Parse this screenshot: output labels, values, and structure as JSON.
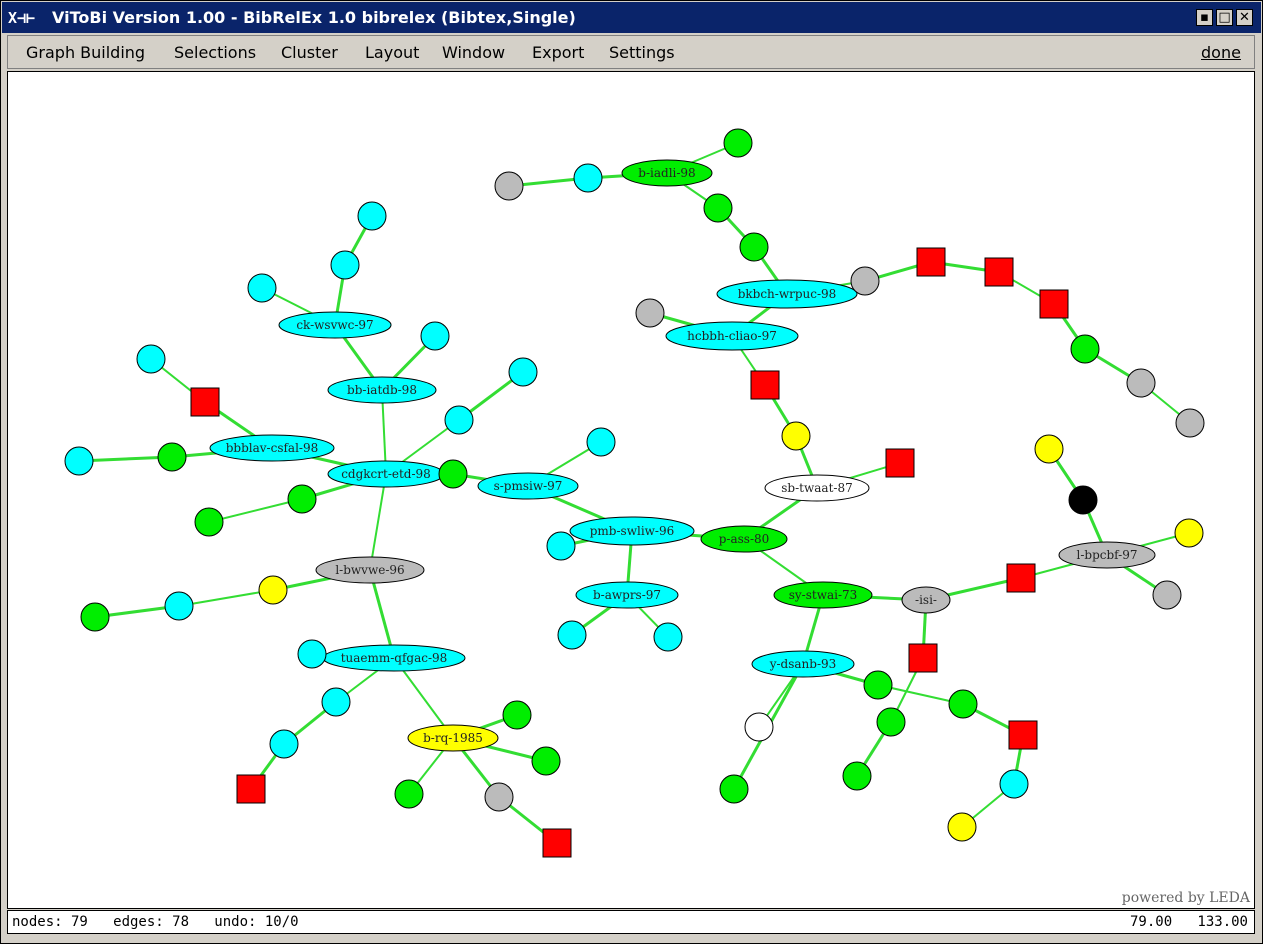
{
  "window": {
    "icon_glyph": "X⊣⊢",
    "title": "ViToBi  Version 1.00 - BibRelEx 1.0 bibrelex (Bibtex,Single)",
    "controls": {
      "minimize": "▪",
      "maximize": "□",
      "close": "✕"
    }
  },
  "menu": {
    "items": [
      "Graph Building",
      "Selections",
      "Cluster",
      "Layout",
      "Window",
      "Export",
      "Settings"
    ],
    "done": "done"
  },
  "canvas": {
    "powered_by": "powered by LEDA"
  },
  "status": {
    "left": "nodes: 79   edges: 78   undo: 10/0",
    "right": "79.00   133.00"
  },
  "colors": {
    "cyan": "#00ffff",
    "green": "#00ee00",
    "red": "#ff0000",
    "gray": "#bbbbbb",
    "yellow": "#ffff00",
    "white": "#ffffff",
    "black": "#000000",
    "edge": "#33dd33"
  },
  "graph": {
    "nodes": [
      {
        "id": "biadli",
        "shape": "ellipse",
        "color": "green",
        "label": "b-iadli-98"
      },
      {
        "id": "g1",
        "shape": "circle",
        "color": "green",
        "label": ""
      },
      {
        "id": "c1",
        "shape": "circle",
        "color": "cyan",
        "label": ""
      },
      {
        "id": "gy1",
        "shape": "circle",
        "color": "gray",
        "label": ""
      },
      {
        "id": "g2",
        "shape": "circle",
        "color": "green",
        "label": ""
      },
      {
        "id": "g3",
        "shape": "circle",
        "color": "green",
        "label": ""
      },
      {
        "id": "bkbch",
        "shape": "ellipse",
        "color": "cyan",
        "label": "bkbch-wrpuc-98"
      },
      {
        "id": "gy2",
        "shape": "circle",
        "color": "gray",
        "label": ""
      },
      {
        "id": "r1",
        "shape": "square",
        "color": "red",
        "label": ""
      },
      {
        "id": "r2",
        "shape": "square",
        "color": "red",
        "label": ""
      },
      {
        "id": "r3",
        "shape": "square",
        "color": "red",
        "label": ""
      },
      {
        "id": "g4",
        "shape": "circle",
        "color": "green",
        "label": ""
      },
      {
        "id": "gy3",
        "shape": "circle",
        "color": "gray",
        "label": ""
      },
      {
        "id": "gy4",
        "shape": "circle",
        "color": "gray",
        "label": ""
      },
      {
        "id": "hcbbh",
        "shape": "ellipse",
        "color": "cyan",
        "label": "hcbbh-cliao-97"
      },
      {
        "id": "gy5",
        "shape": "circle",
        "color": "gray",
        "label": ""
      },
      {
        "id": "r4",
        "shape": "square",
        "color": "red",
        "label": ""
      },
      {
        "id": "y1",
        "shape": "circle",
        "color": "yellow",
        "label": ""
      },
      {
        "id": "sbtwaat",
        "shape": "ellipse",
        "color": "white",
        "label": "sb-twaat-87"
      },
      {
        "id": "r5",
        "shape": "square",
        "color": "red",
        "label": ""
      },
      {
        "id": "pass",
        "shape": "ellipse",
        "color": "green",
        "label": "p-ass-80"
      },
      {
        "id": "systwai",
        "shape": "ellipse",
        "color": "green",
        "label": "sy-stwai-73"
      },
      {
        "id": "isi",
        "shape": "ellipse",
        "color": "gray",
        "label": "-isi-"
      },
      {
        "id": "r6",
        "shape": "square",
        "color": "red",
        "label": ""
      },
      {
        "id": "lbpcbf",
        "shape": "ellipse",
        "color": "gray",
        "label": "l-bpcbf-97"
      },
      {
        "id": "y2",
        "shape": "circle",
        "color": "yellow",
        "label": ""
      },
      {
        "id": "bk1",
        "shape": "circle",
        "color": "black",
        "label": ""
      },
      {
        "id": "y3",
        "shape": "circle",
        "color": "yellow",
        "label": ""
      },
      {
        "id": "gy6",
        "shape": "circle",
        "color": "gray",
        "label": ""
      },
      {
        "id": "r7",
        "shape": "square",
        "color": "red",
        "label": ""
      },
      {
        "id": "g5",
        "shape": "circle",
        "color": "green",
        "label": ""
      },
      {
        "id": "g6",
        "shape": "circle",
        "color": "green",
        "label": ""
      },
      {
        "id": "ydsanb",
        "shape": "ellipse",
        "color": "cyan",
        "label": "y-dsanb-93"
      },
      {
        "id": "g7",
        "shape": "circle",
        "color": "green",
        "label": ""
      },
      {
        "id": "g8",
        "shape": "circle",
        "color": "green",
        "label": ""
      },
      {
        "id": "r8",
        "shape": "square",
        "color": "red",
        "label": ""
      },
      {
        "id": "c2",
        "shape": "circle",
        "color": "cyan",
        "label": ""
      },
      {
        "id": "y4",
        "shape": "circle",
        "color": "yellow",
        "label": ""
      },
      {
        "id": "w1",
        "shape": "circle",
        "color": "white",
        "label": ""
      },
      {
        "id": "g9",
        "shape": "circle",
        "color": "green",
        "label": ""
      },
      {
        "id": "pmbswliw",
        "shape": "ellipse",
        "color": "cyan",
        "label": "pmb-swliw-96"
      },
      {
        "id": "c3",
        "shape": "circle",
        "color": "cyan",
        "label": ""
      },
      {
        "id": "spmsiw",
        "shape": "ellipse",
        "color": "cyan",
        "label": "s-pmsiw-97"
      },
      {
        "id": "c4",
        "shape": "circle",
        "color": "cyan",
        "label": ""
      },
      {
        "id": "bawprs",
        "shape": "ellipse",
        "color": "cyan",
        "label": "b-awprs-97"
      },
      {
        "id": "c5",
        "shape": "circle",
        "color": "cyan",
        "label": ""
      },
      {
        "id": "c6",
        "shape": "circle",
        "color": "cyan",
        "label": ""
      },
      {
        "id": "cdgkc",
        "shape": "ellipse",
        "color": "cyan",
        "label": "cdgkcrt-etd-98"
      },
      {
        "id": "g10",
        "shape": "circle",
        "color": "green",
        "label": ""
      },
      {
        "id": "c7",
        "shape": "circle",
        "color": "cyan",
        "label": ""
      },
      {
        "id": "c8",
        "shape": "circle",
        "color": "cyan",
        "label": ""
      },
      {
        "id": "g11",
        "shape": "circle",
        "color": "green",
        "label": ""
      },
      {
        "id": "g12",
        "shape": "circle",
        "color": "green",
        "label": ""
      },
      {
        "id": "bbblav",
        "shape": "ellipse",
        "color": "cyan",
        "label": "bbblav-csfal-98"
      },
      {
        "id": "r9",
        "shape": "square",
        "color": "red",
        "label": ""
      },
      {
        "id": "c9",
        "shape": "circle",
        "color": "cyan",
        "label": ""
      },
      {
        "id": "g13",
        "shape": "circle",
        "color": "green",
        "label": ""
      },
      {
        "id": "c10",
        "shape": "circle",
        "color": "cyan",
        "label": ""
      },
      {
        "id": "bbiatdb",
        "shape": "ellipse",
        "color": "cyan",
        "label": "bb-iatdb-98"
      },
      {
        "id": "c11",
        "shape": "circle",
        "color": "cyan",
        "label": ""
      },
      {
        "id": "ckwsvwc",
        "shape": "ellipse",
        "color": "cyan",
        "label": "ck-wsvwc-97"
      },
      {
        "id": "c12",
        "shape": "circle",
        "color": "cyan",
        "label": ""
      },
      {
        "id": "c13",
        "shape": "circle",
        "color": "cyan",
        "label": ""
      },
      {
        "id": "c14",
        "shape": "circle",
        "color": "cyan",
        "label": ""
      },
      {
        "id": "lbwvwe",
        "shape": "ellipse",
        "color": "gray",
        "label": "l-bwvwe-96"
      },
      {
        "id": "y5",
        "shape": "circle",
        "color": "yellow",
        "label": ""
      },
      {
        "id": "c15",
        "shape": "circle",
        "color": "cyan",
        "label": ""
      },
      {
        "id": "g14",
        "shape": "circle",
        "color": "green",
        "label": ""
      },
      {
        "id": "tuaem",
        "shape": "ellipse",
        "color": "cyan",
        "label": "tuaemm-qfgac-98"
      },
      {
        "id": "c16",
        "shape": "circle",
        "color": "cyan",
        "label": ""
      },
      {
        "id": "c17",
        "shape": "circle",
        "color": "cyan",
        "label": ""
      },
      {
        "id": "c18",
        "shape": "circle",
        "color": "cyan",
        "label": ""
      },
      {
        "id": "r10",
        "shape": "square",
        "color": "red",
        "label": ""
      },
      {
        "id": "brq1985",
        "shape": "ellipse",
        "color": "yellow",
        "label": "b-rq-1985"
      },
      {
        "id": "g15",
        "shape": "circle",
        "color": "green",
        "label": ""
      },
      {
        "id": "g16",
        "shape": "circle",
        "color": "green",
        "label": ""
      },
      {
        "id": "g17",
        "shape": "circle",
        "color": "green",
        "label": ""
      },
      {
        "id": "gy7",
        "shape": "circle",
        "color": "gray",
        "label": ""
      },
      {
        "id": "r11",
        "shape": "square",
        "color": "red",
        "label": ""
      }
    ],
    "edges": [
      [
        "biadli",
        "g1"
      ],
      [
        "biadli",
        "c1"
      ],
      [
        "c1",
        "gy1"
      ],
      [
        "biadli",
        "g2"
      ],
      [
        "g2",
        "g3"
      ],
      [
        "g3",
        "bkbch"
      ],
      [
        "bkbch",
        "gy2"
      ],
      [
        "gy2",
        "r1"
      ],
      [
        "r1",
        "r2"
      ],
      [
        "r2",
        "r3"
      ],
      [
        "r3",
        "g4"
      ],
      [
        "g4",
        "gy3"
      ],
      [
        "gy3",
        "gy4"
      ],
      [
        "bkbch",
        "hcbbh"
      ],
      [
        "hcbbh",
        "gy5"
      ],
      [
        "hcbbh",
        "r4"
      ],
      [
        "r4",
        "y1"
      ],
      [
        "y1",
        "sbtwaat"
      ],
      [
        "sbtwaat",
        "r5"
      ],
      [
        "sbtwaat",
        "pass"
      ],
      [
        "pass",
        "pmbswliw"
      ],
      [
        "pass",
        "systwai"
      ],
      [
        "systwai",
        "isi"
      ],
      [
        "isi",
        "r6"
      ],
      [
        "r6",
        "lbpcbf"
      ],
      [
        "lbpcbf",
        "bk1"
      ],
      [
        "bk1",
        "y2"
      ],
      [
        "lbpcbf",
        "y3"
      ],
      [
        "lbpcbf",
        "gy6"
      ],
      [
        "isi",
        "r7"
      ],
      [
        "r7",
        "g6"
      ],
      [
        "g6",
        "g5"
      ],
      [
        "systwai",
        "ydsanb"
      ],
      [
        "ydsanb",
        "w1"
      ],
      [
        "ydsanb",
        "g9"
      ],
      [
        "ydsanb",
        "g7"
      ],
      [
        "g7",
        "g8"
      ],
      [
        "g8",
        "r8"
      ],
      [
        "r8",
        "c2"
      ],
      [
        "c2",
        "y4"
      ],
      [
        "pmbswliw",
        "c3"
      ],
      [
        "pmbswliw",
        "spmsiw"
      ],
      [
        "spmsiw",
        "c4"
      ],
      [
        "pmbswliw",
        "bawprs"
      ],
      [
        "bawprs",
        "c5"
      ],
      [
        "bawprs",
        "c6"
      ],
      [
        "spmsiw",
        "g10"
      ],
      [
        "g10",
        "cdgkc"
      ],
      [
        "cdgkc",
        "c7"
      ],
      [
        "c7",
        "c8"
      ],
      [
        "cdgkc",
        "g11"
      ],
      [
        "g11",
        "g12"
      ],
      [
        "cdgkc",
        "bbblav"
      ],
      [
        "bbblav",
        "r9"
      ],
      [
        "r9",
        "c9"
      ],
      [
        "bbblav",
        "g13"
      ],
      [
        "g13",
        "c10"
      ],
      [
        "cdgkc",
        "bbiatdb"
      ],
      [
        "bbiatdb",
        "c11"
      ],
      [
        "bbiatdb",
        "ckwsvwc"
      ],
      [
        "ckwsvwc",
        "c12"
      ],
      [
        "ckwsvwc",
        "c13"
      ],
      [
        "c13",
        "c14"
      ],
      [
        "cdgkc",
        "lbwvwe"
      ],
      [
        "lbwvwe",
        "tuaem"
      ],
      [
        "lbwvwe",
        "y5"
      ],
      [
        "y5",
        "c15"
      ],
      [
        "c15",
        "g14"
      ],
      [
        "tuaem",
        "c16"
      ],
      [
        "tuaem",
        "c17"
      ],
      [
        "c17",
        "c18"
      ],
      [
        "c18",
        "r10"
      ],
      [
        "tuaem",
        "brq1985"
      ],
      [
        "brq1985",
        "g15"
      ],
      [
        "brq1985",
        "g16"
      ],
      [
        "brq1985",
        "g17"
      ],
      [
        "brq1985",
        "gy7"
      ],
      [
        "gy7",
        "r11"
      ]
    ]
  }
}
